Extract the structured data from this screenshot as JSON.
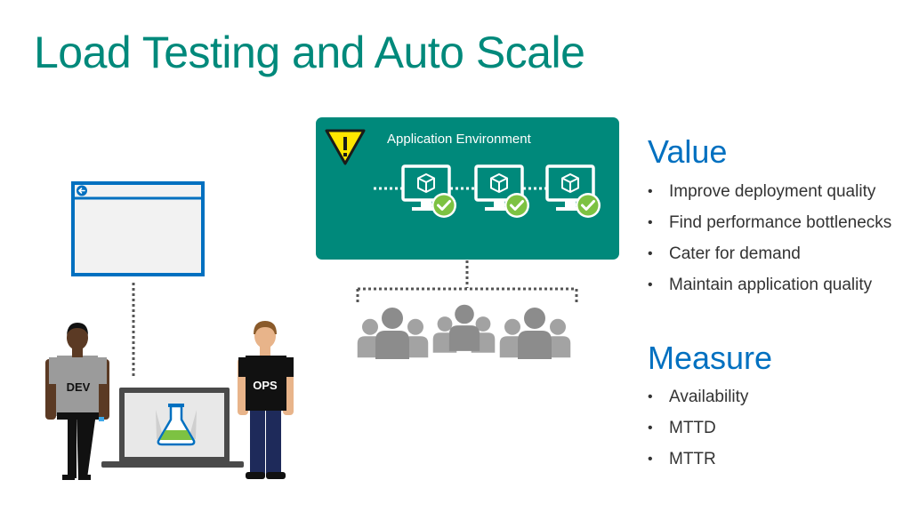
{
  "slide": {
    "title": "Load Testing and Auto Scale",
    "accent_color": "#00897B",
    "blue_color": "#0070C0"
  },
  "diagram": {
    "environment_label": "Application Environment",
    "warning_icon": "warning-icon",
    "server_icon": "monitor-with-cube-icon",
    "status_icon": "check-badge-icon",
    "browser_icon": "browser-window-icon",
    "laptop_icon": "laptop-with-flask-icon",
    "dev_label": "DEV",
    "ops_label": "OPS",
    "env_color": "#00897B",
    "check_color": "#7DC242",
    "users_color": "#8C8C8C"
  },
  "value": {
    "heading": "Value",
    "items": [
      "Improve deployment quality",
      "Find performance bottlenecks",
      "Cater for demand",
      "Maintain application quality"
    ]
  },
  "measure": {
    "heading": "Measure",
    "items": [
      "Availability",
      "MTTD",
      "MTTR"
    ]
  }
}
